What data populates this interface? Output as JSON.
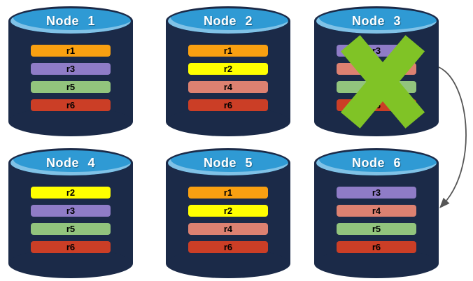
{
  "diagram": {
    "description": "replicated-database-nodes",
    "failed_node": "node-3"
  },
  "nodes": [
    {
      "name": "node-1",
      "label": "Node 1",
      "failed": false,
      "replicas": [
        {
          "id": "r1",
          "color": "#F9A011"
        },
        {
          "id": "r3",
          "color": "#8F7CC7"
        },
        {
          "id": "r5",
          "color": "#92C47D"
        },
        {
          "id": "r6",
          "color": "#CB3E26"
        }
      ]
    },
    {
      "name": "node-2",
      "label": "Node 2",
      "failed": false,
      "replicas": [
        {
          "id": "r1",
          "color": "#F9A011"
        },
        {
          "id": "r2",
          "color": "#FFFF00"
        },
        {
          "id": "r4",
          "color": "#DD8171"
        },
        {
          "id": "r6",
          "color": "#CB3E26"
        }
      ]
    },
    {
      "name": "node-3",
      "label": "Node 3",
      "failed": true,
      "replicas": [
        {
          "id": "r3",
          "color": "#8F7CC7"
        },
        {
          "id": "r4",
          "color": "#DD8171"
        },
        {
          "id": "r5",
          "color": "#92C47D"
        },
        {
          "id": "r6",
          "color": "#CB3E26"
        }
      ]
    },
    {
      "name": "node-4",
      "label": "Node 4",
      "failed": false,
      "replicas": [
        {
          "id": "r2",
          "color": "#FFFF00"
        },
        {
          "id": "r3",
          "color": "#8F7CC7"
        },
        {
          "id": "r5",
          "color": "#92C47D"
        },
        {
          "id": "r6",
          "color": "#CB3E26"
        }
      ]
    },
    {
      "name": "node-5",
      "label": "Node 5",
      "failed": false,
      "replicas": [
        {
          "id": "r1",
          "color": "#F9A011"
        },
        {
          "id": "r2",
          "color": "#FFFF00"
        },
        {
          "id": "r4",
          "color": "#DD8171"
        },
        {
          "id": "r6",
          "color": "#CB3E26"
        }
      ]
    },
    {
      "name": "node-6",
      "label": "Node 6",
      "failed": false,
      "replicas": [
        {
          "id": "r3",
          "color": "#8F7CC7"
        },
        {
          "id": "r4",
          "color": "#DD8171"
        },
        {
          "id": "r5",
          "color": "#92C47D"
        },
        {
          "id": "r6",
          "color": "#CB3E26"
        }
      ]
    }
  ],
  "arrow": {
    "from": "node-3",
    "to": "node-6"
  },
  "colors": {
    "cylinder_body": "#1B2A48",
    "cylinder_top": "#2F9AD4",
    "node_title": "#FFFFFF",
    "bar_label": "#000000",
    "failure_x": "#80C326",
    "arrow": "#565656"
  }
}
